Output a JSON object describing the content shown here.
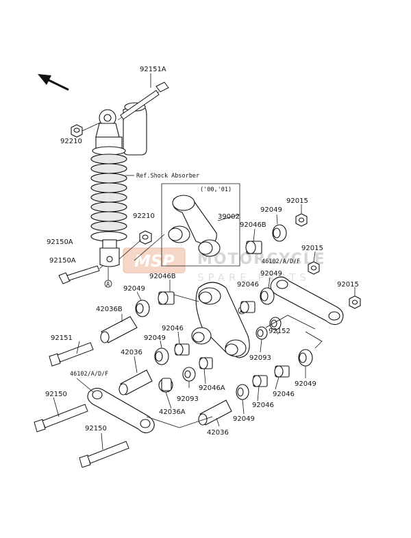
{
  "diagram": {
    "labels": {
      "l92151A": "92151A",
      "l92210a": "92210",
      "lRefShock": "Ref.Shock Absorber",
      "lYears": "('00,'01)",
      "l39002": "39002",
      "l92210b": "92210",
      "l92049a": "92049",
      "l92015a": "92015",
      "l92046Ba": "92046B",
      "l92150A_a": "92150A",
      "l92015b": "92015",
      "l92150A_b": "92150A",
      "l46102a": "46102/A/D/F",
      "l92049b": "92049",
      "l92046Bb": "92046B",
      "l92049c": "92049",
      "l92046a": "92046",
      "l92015c": "92015",
      "l42036B": "42036B",
      "l92046b": "92046",
      "l92049d": "92049",
      "l92151": "92151",
      "l92152": "92152",
      "l42036a": "42036",
      "l92093a": "92093",
      "l46102b": "46102/A/D/F",
      "l92046A": "92046A",
      "l92093b": "92093",
      "l92049e": "92049",
      "l92150a": "92150",
      "l42036A": "42036A",
      "l92046c": "92046",
      "l92046d": "92046",
      "l92049f": "92049",
      "l92150b": "92150",
      "l42036b": "42036"
    },
    "markers": {
      "a1": "A",
      "a2": "A"
    },
    "watermark": {
      "logo": "MSP",
      "name": "MOTORCYCLE",
      "sub": "SPARE PARTS"
    }
  }
}
